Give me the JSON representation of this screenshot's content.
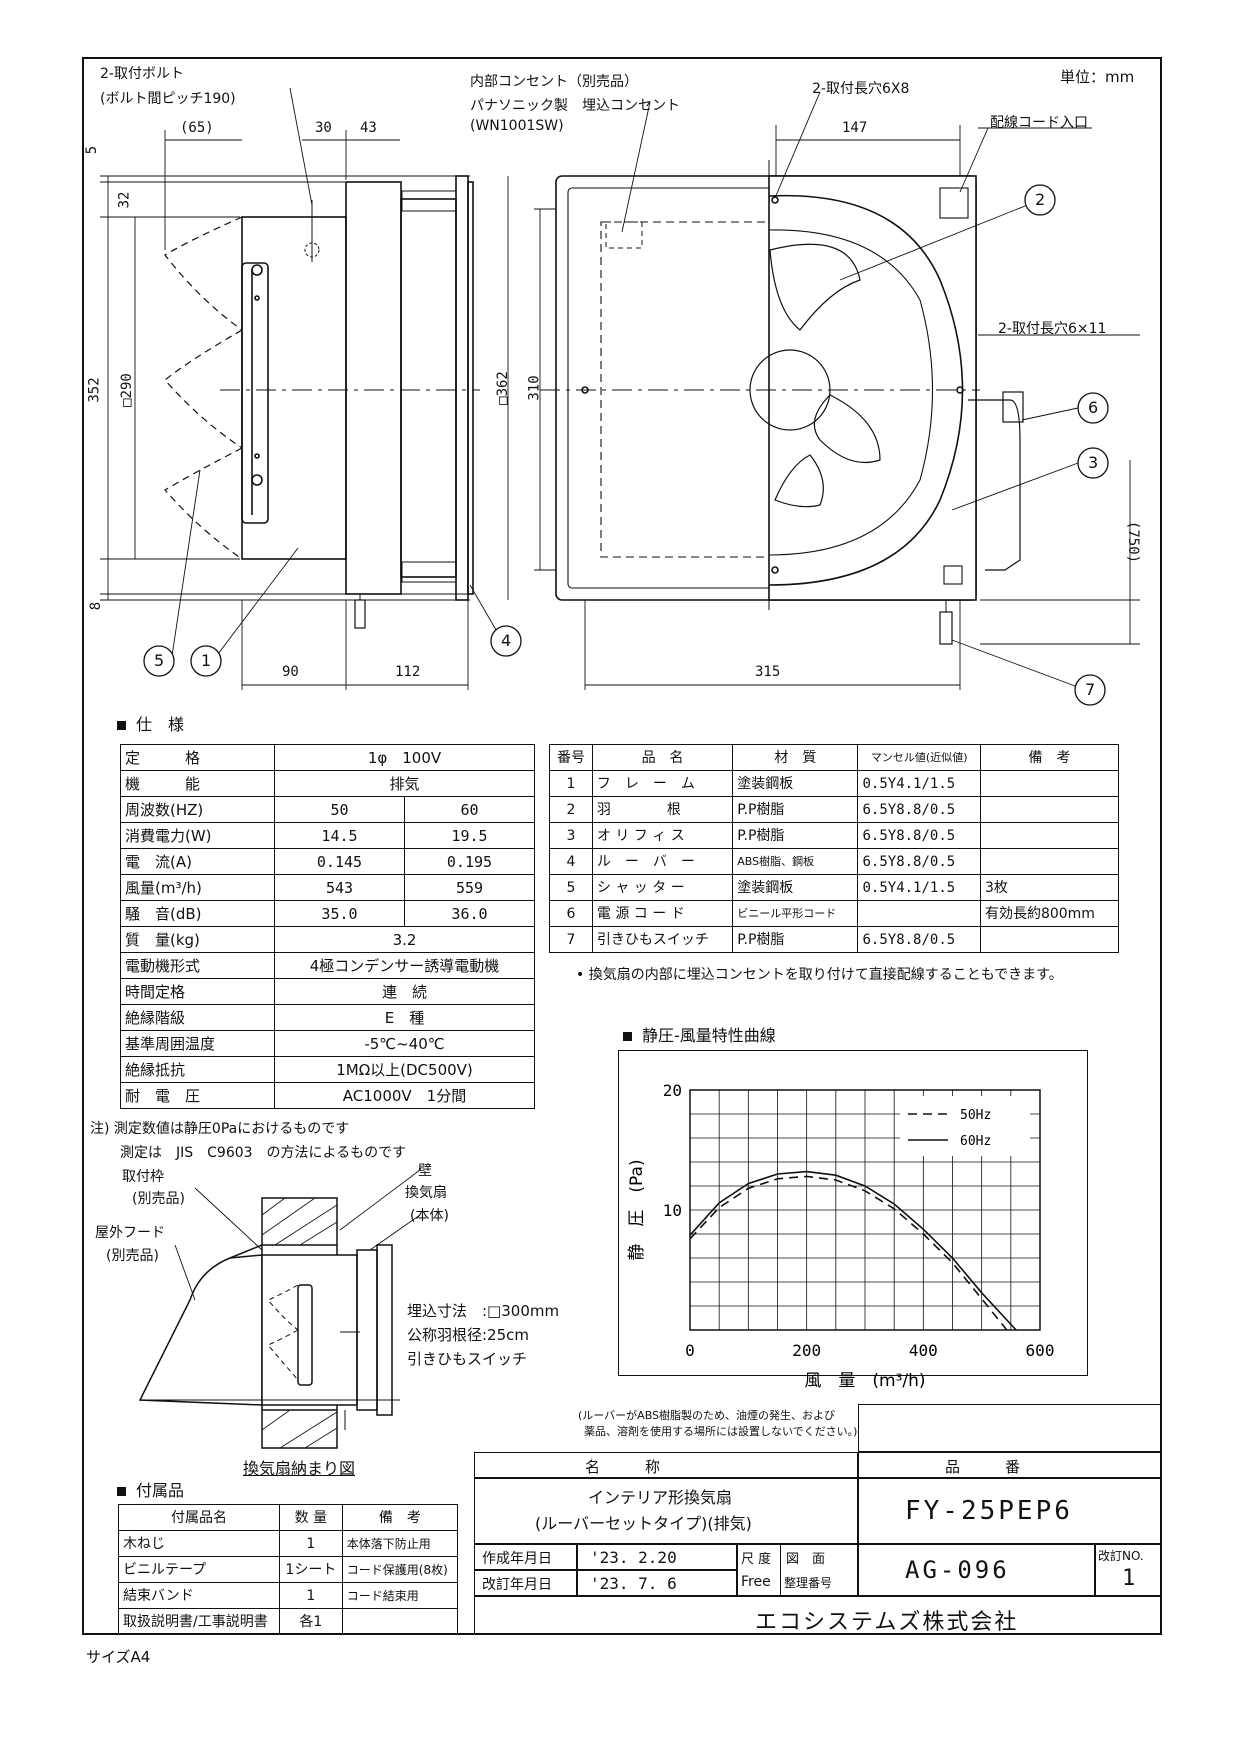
{
  "header": {
    "unit": "単位：mm",
    "bolt_label": "2-取付ボルト",
    "bolt_pitch": "(ボルト間ピッチ190)",
    "outlet_label": "内部コンセント（別売品）",
    "outlet_maker": "パナソニック製　埋込コンセント",
    "outlet_model": "(WN1001SW)",
    "slot_6x8": "2-取付長穴6X8",
    "cord_inlet": "配線コード入口",
    "slot_6x11": "2-取付長穴6×11"
  },
  "dims": {
    "d65": "(65)",
    "d30": "30",
    "d43": "43",
    "d5": "5",
    "d32": "32",
    "d352": "352",
    "d290": "□290",
    "d8": "8",
    "d90": "90",
    "d112": "112",
    "d362": "□362",
    "d310": "310",
    "d147": "147",
    "d315": "315",
    "d750": "(750)"
  },
  "balloons": [
    "1",
    "2",
    "3",
    "4",
    "5",
    "6",
    "7"
  ],
  "spec": {
    "title": "仕　様",
    "rows": [
      {
        "label": "定　　　格",
        "v1": "1φ　100V",
        "v2": ""
      },
      {
        "label": "機　　　能",
        "v1": "排気",
        "v2": ""
      },
      {
        "label": "周波数(HZ)",
        "v1": "50",
        "v2": "60"
      },
      {
        "label": "消費電力(W)",
        "v1": "14.5",
        "v2": "19.5"
      },
      {
        "label": "電　流(A)",
        "v1": "0.145",
        "v2": "0.195"
      },
      {
        "label": "風量(m³/h)",
        "v1": "543",
        "v2": "559"
      },
      {
        "label": "騒　音(dB)",
        "v1": "35.0",
        "v2": "36.0"
      },
      {
        "label": "質　量(kg)",
        "v1": "3.2",
        "v2": ""
      },
      {
        "label": "電動機形式",
        "v1": "4極コンデンサー誘導電動機",
        "v2": ""
      },
      {
        "label": "時間定格",
        "v1": "連　続",
        "v2": ""
      },
      {
        "label": "絶縁階級",
        "v1": "E　種",
        "v2": ""
      },
      {
        "label": "基準周囲温度",
        "v1": "-5℃~40℃",
        "v2": ""
      },
      {
        "label": "絶縁抵抗",
        "v1": "1MΩ以上(DC500V)",
        "v2": ""
      },
      {
        "label": "耐　電　圧",
        "v1": "AC1000V　1分間",
        "v2": ""
      }
    ],
    "note1": "注) 測定数値は静圧0Paにおけるものです",
    "note2": "測定は　JIS　C9603　の方法によるものです"
  },
  "parts": {
    "headers": [
      "番号",
      "品　名",
      "材　質",
      "マンセル値(近似値)",
      "備　考"
    ],
    "rows": [
      [
        "1",
        "フ　レ　ー　ム",
        "塗装鋼板",
        "0.5Y4.1/1.5",
        ""
      ],
      [
        "2",
        "羽　　　　根",
        "P.P樹脂",
        "6.5Y8.8/0.5",
        ""
      ],
      [
        "3",
        "オ リ フ ィ ス",
        "P.P樹脂",
        "6.5Y8.8/0.5",
        ""
      ],
      [
        "4",
        "ル　ー　バ　ー",
        "ABS樹脂、鋼板",
        "6.5Y8.8/0.5",
        ""
      ],
      [
        "5",
        "シ ャ ッ タ ー",
        "塗装鋼板",
        "0.5Y4.1/1.5",
        "3枚"
      ],
      [
        "6",
        "電 源 コ ー ド",
        "ビニール平形コード",
        "",
        "有効長約800mm"
      ],
      [
        "7",
        "引きひもスイッチ",
        "P.P樹脂",
        "6.5Y8.8/0.5",
        ""
      ]
    ],
    "note": "• 換気扇の内部に埋込コンセントを取り付けて直接配線することもできます。"
  },
  "curve_title": "静圧-風量特性曲線",
  "chart_data": {
    "type": "line",
    "title": "静圧-風量特性曲線",
    "xlabel": "風　量　(m³/h)",
    "ylabel": "静　圧　(Pa)",
    "xlim": [
      0,
      600
    ],
    "ylim": [
      0,
      20
    ],
    "xticks": [
      0,
      200,
      400,
      600
    ],
    "yticks": [
      10,
      20
    ],
    "grid": true,
    "legend": "top-right",
    "series": [
      {
        "name": "50Hz",
        "style": "dashed",
        "x": [
          0,
          50,
          100,
          150,
          200,
          250,
          300,
          350,
          400,
          450,
          500,
          543
        ],
        "y": [
          7.6,
          10.2,
          11.8,
          12.6,
          12.8,
          12.5,
          11.6,
          10.1,
          8.0,
          5.6,
          2.6,
          0
        ]
      },
      {
        "name": "60Hz",
        "style": "solid",
        "x": [
          0,
          50,
          100,
          150,
          200,
          250,
          300,
          350,
          400,
          450,
          500,
          559
        ],
        "y": [
          7.9,
          10.6,
          12.2,
          13.0,
          13.2,
          12.9,
          12.0,
          10.5,
          8.4,
          6.0,
          3.1,
          0
        ]
      }
    ]
  },
  "install": {
    "frame": "取付枠",
    "frame_sep": "(別売品)",
    "wall": "壁",
    "fan": "換気扇",
    "fan_body": "(本体)",
    "hood": "屋外フード",
    "hood_sep": "(別売品)",
    "size1": "埋込寸法　:□300mm",
    "size2": "公称羽根径:25cm",
    "size3": "引きひもスイッチ",
    "caption": "換気扇納まり図"
  },
  "accessories": {
    "title": "付属品",
    "headers": [
      "付属品名",
      "数 量",
      "備　考"
    ],
    "rows": [
      [
        "木ねじ",
        "1",
        "本体落下防止用"
      ],
      [
        "ビニルテープ",
        "1シート",
        "コード保護用(8枚)"
      ],
      [
        "結束バンド",
        "1",
        "コード結束用"
      ],
      [
        "取扱説明書/工事説明書",
        "各1",
        ""
      ]
    ]
  },
  "titleblock": {
    "caution1": "(ルーバーがABS樹脂製のため、油煙の発生、および",
    "caution2": "薬品、溶剤を使用する場所には設置しないでください。)",
    "name_label": "名　　　称",
    "model_label": "品　　　番",
    "name1": "インテリア形換気扇",
    "name2": "(ルーバーセットタイプ)(排気)",
    "model": "FY-25PEP6",
    "created_label": "作成年月日",
    "created": "'23. 2.20",
    "revised_label": "改訂年月日",
    "revised": "'23. 7. 6",
    "scale_label": "尺 度",
    "scale": "Free",
    "drawing_label": "図　面",
    "ref_label": "整理番号",
    "drawing_no": "AG-096",
    "rev_label": "改訂NO.",
    "rev": "1",
    "company": "エコシステムズ株式会社"
  },
  "footer": "サイズA4"
}
